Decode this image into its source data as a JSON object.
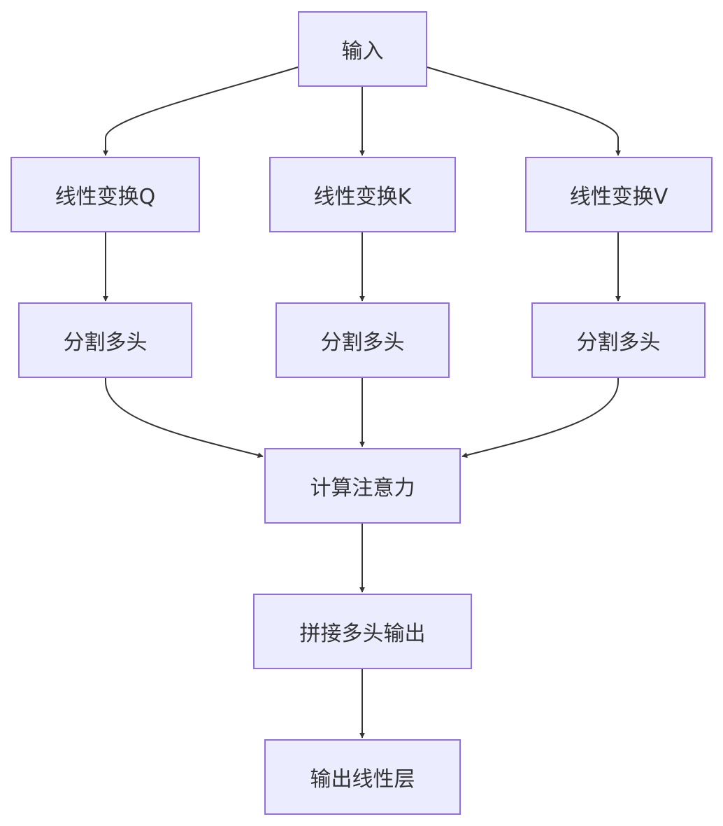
{
  "nodes": {
    "input": "输入",
    "linear_q": "线性变换Q",
    "linear_k": "线性变换K",
    "linear_v": "线性变换V",
    "split_q": "分割多头",
    "split_k": "分割多头",
    "split_v": "分割多头",
    "attention": "计算注意力",
    "concat": "拼接多头输出",
    "output_linear": "输出线性层"
  },
  "edges": [
    {
      "from": "input",
      "to": "linear_q"
    },
    {
      "from": "input",
      "to": "linear_k"
    },
    {
      "from": "input",
      "to": "linear_v"
    },
    {
      "from": "linear_q",
      "to": "split_q"
    },
    {
      "from": "linear_k",
      "to": "split_k"
    },
    {
      "from": "linear_v",
      "to": "split_v"
    },
    {
      "from": "split_q",
      "to": "attention"
    },
    {
      "from": "split_k",
      "to": "attention"
    },
    {
      "from": "split_v",
      "to": "attention"
    },
    {
      "from": "attention",
      "to": "concat"
    },
    {
      "from": "concat",
      "to": "output_linear"
    }
  ],
  "colors": {
    "node_fill": "#ECECFF",
    "node_border": "#9370DB",
    "edge": "#333333",
    "text": "#333333"
  }
}
